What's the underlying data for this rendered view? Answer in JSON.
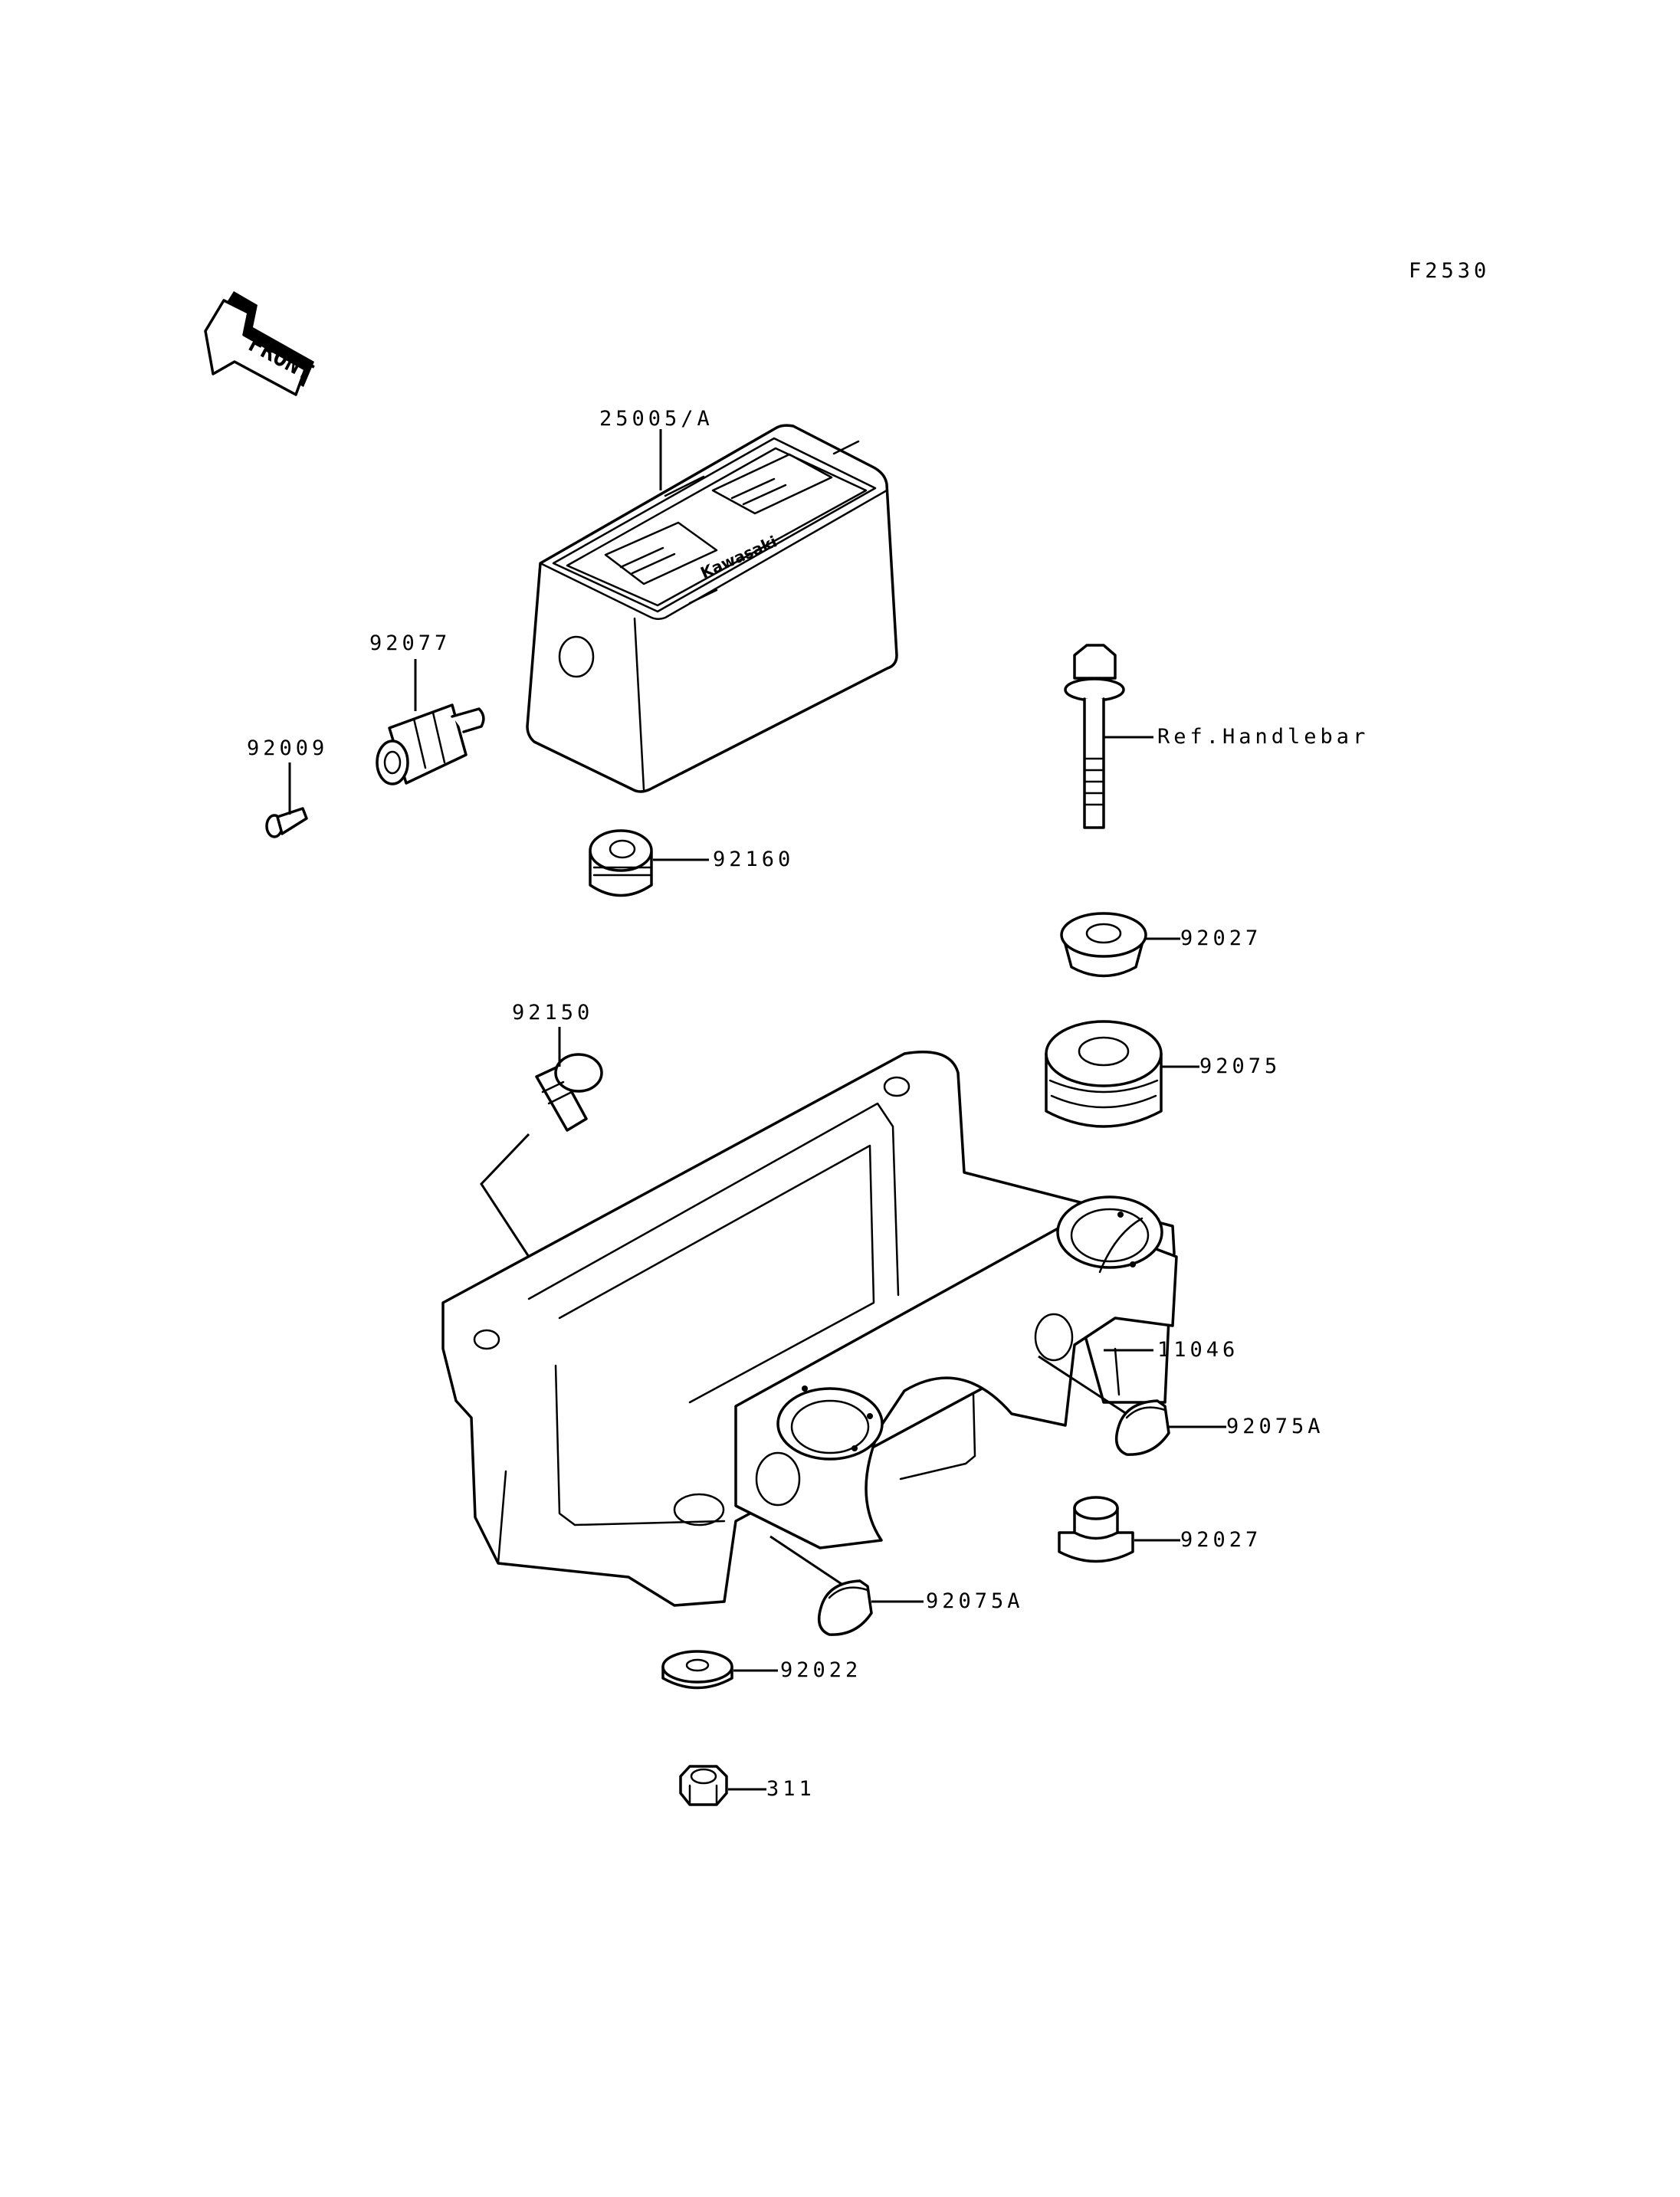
{
  "figure_code": "F2530",
  "front_label": "FRONT",
  "brand_mark": "Kawasaki",
  "callouts": [
    {
      "id": "25005A",
      "label": "25005/A"
    },
    {
      "id": "92077",
      "label": "92077"
    },
    {
      "id": "92009",
      "label": "92009"
    },
    {
      "id": "92160",
      "label": "92160"
    },
    {
      "id": "ref-handlebar",
      "label": "Ref.Handlebar"
    },
    {
      "id": "92027-top",
      "label": "92027"
    },
    {
      "id": "92150",
      "label": "92150"
    },
    {
      "id": "92075",
      "label": "92075"
    },
    {
      "id": "11046",
      "label": "11046"
    },
    {
      "id": "92075A-right",
      "label": "92075A"
    },
    {
      "id": "92027-bottom",
      "label": "92027"
    },
    {
      "id": "92075A-bottom",
      "label": "92075A"
    },
    {
      "id": "92022",
      "label": "92022"
    },
    {
      "id": "311",
      "label": "311"
    }
  ]
}
